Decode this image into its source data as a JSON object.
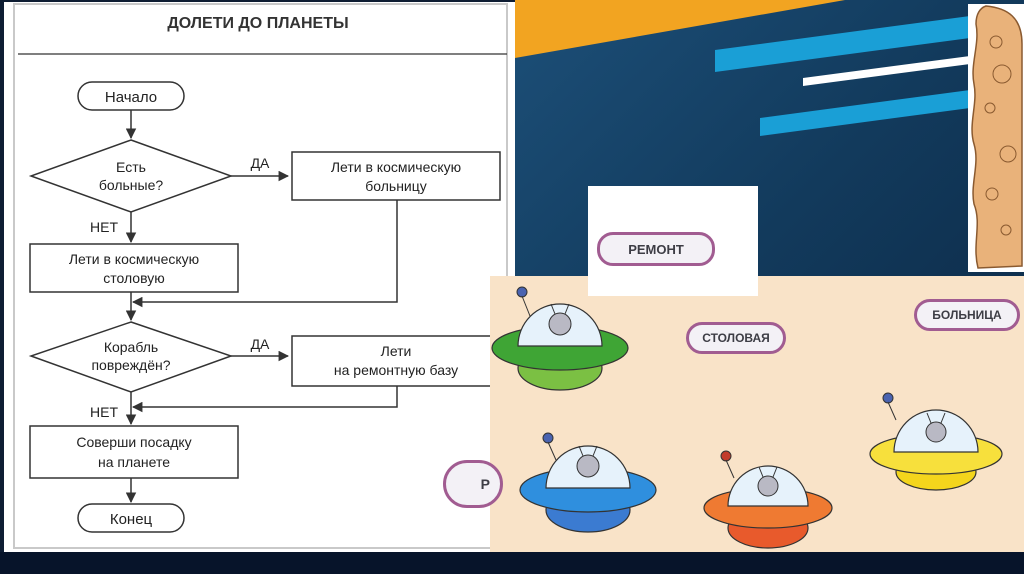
{
  "flowchart": {
    "title": "ДОЛЕТИ ДО ПЛАНЕТЫ",
    "start": "Начало",
    "decision1": {
      "line1": "Есть",
      "line2": "больные?"
    },
    "yes1": "ДА",
    "process_hospital": {
      "line1": "Лети в космическую",
      "line2": "больницу"
    },
    "no1": "НЕТ",
    "process_canteen": {
      "line1": "Лети в космическую",
      "line2": "столовую"
    },
    "decision2": {
      "line1": "Корабль",
      "line2": "повреждён?"
    },
    "yes2": "ДА",
    "process_repair": {
      "line1": "Лети",
      "line2": "на ремонтную базу"
    },
    "no2": "НЕТ",
    "process_land": {
      "line1": "Соверши посадку",
      "line2": "на планете"
    },
    "end": "Конец"
  },
  "labels": {
    "repair": "РЕМОНТ",
    "canteen": "СТОЛОВАЯ",
    "hospital": "БОЛЬНИЦА",
    "partial": "Р"
  },
  "colors": {
    "stripe_orange": "#f2a421",
    "stripe_cyan": "#1a9fd6",
    "pill_border": "#a15c91",
    "panel_bg": "#f9e3c8"
  }
}
